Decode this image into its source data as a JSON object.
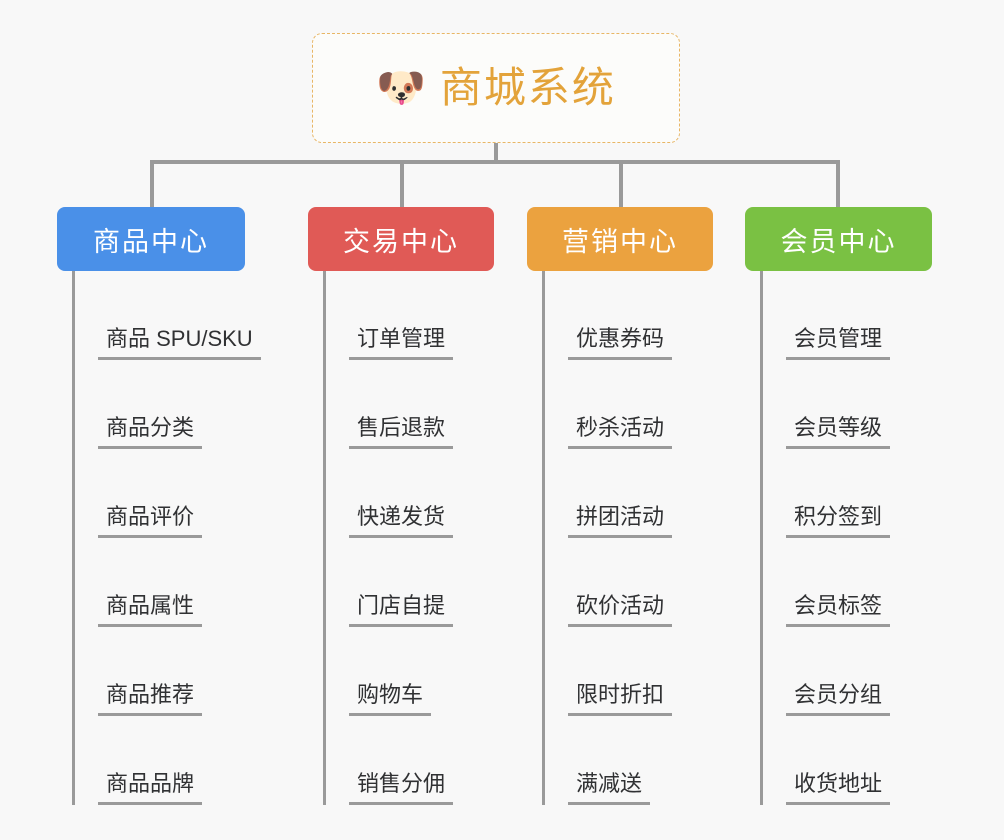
{
  "canvas": {
    "background": "#f8f8f8",
    "line_color": "#9a9a9a"
  },
  "root": {
    "icon": "shiba-dog-face-emoji",
    "emoji": "🐶",
    "title": "商城系统",
    "title_color": "#e3a33a",
    "border_color": "#e8b665",
    "border_style": "dashed"
  },
  "branches": [
    {
      "id": "product-center",
      "label": "商品中心",
      "color": "#4a90e8",
      "items": [
        "商品 SPU/SKU",
        "商品分类",
        "商品评价",
        "商品属性",
        "商品推荐",
        "商品品牌"
      ]
    },
    {
      "id": "trade-center",
      "label": "交易中心",
      "color": "#e05a56",
      "items": [
        "订单管理",
        "售后退款",
        "快递发货",
        "门店自提",
        "购物车",
        "销售分佣"
      ]
    },
    {
      "id": "marketing-center",
      "label": "营销中心",
      "color": "#eba23f",
      "items": [
        "优惠券码",
        "秒杀活动",
        "拼团活动",
        "砍价活动",
        "限时折扣",
        "满减送"
      ]
    },
    {
      "id": "member-center",
      "label": "会员中心",
      "color": "#7ac143",
      "items": [
        "会员管理",
        "会员等级",
        "积分签到",
        "会员标签",
        "会员分组",
        "收货地址"
      ]
    }
  ]
}
